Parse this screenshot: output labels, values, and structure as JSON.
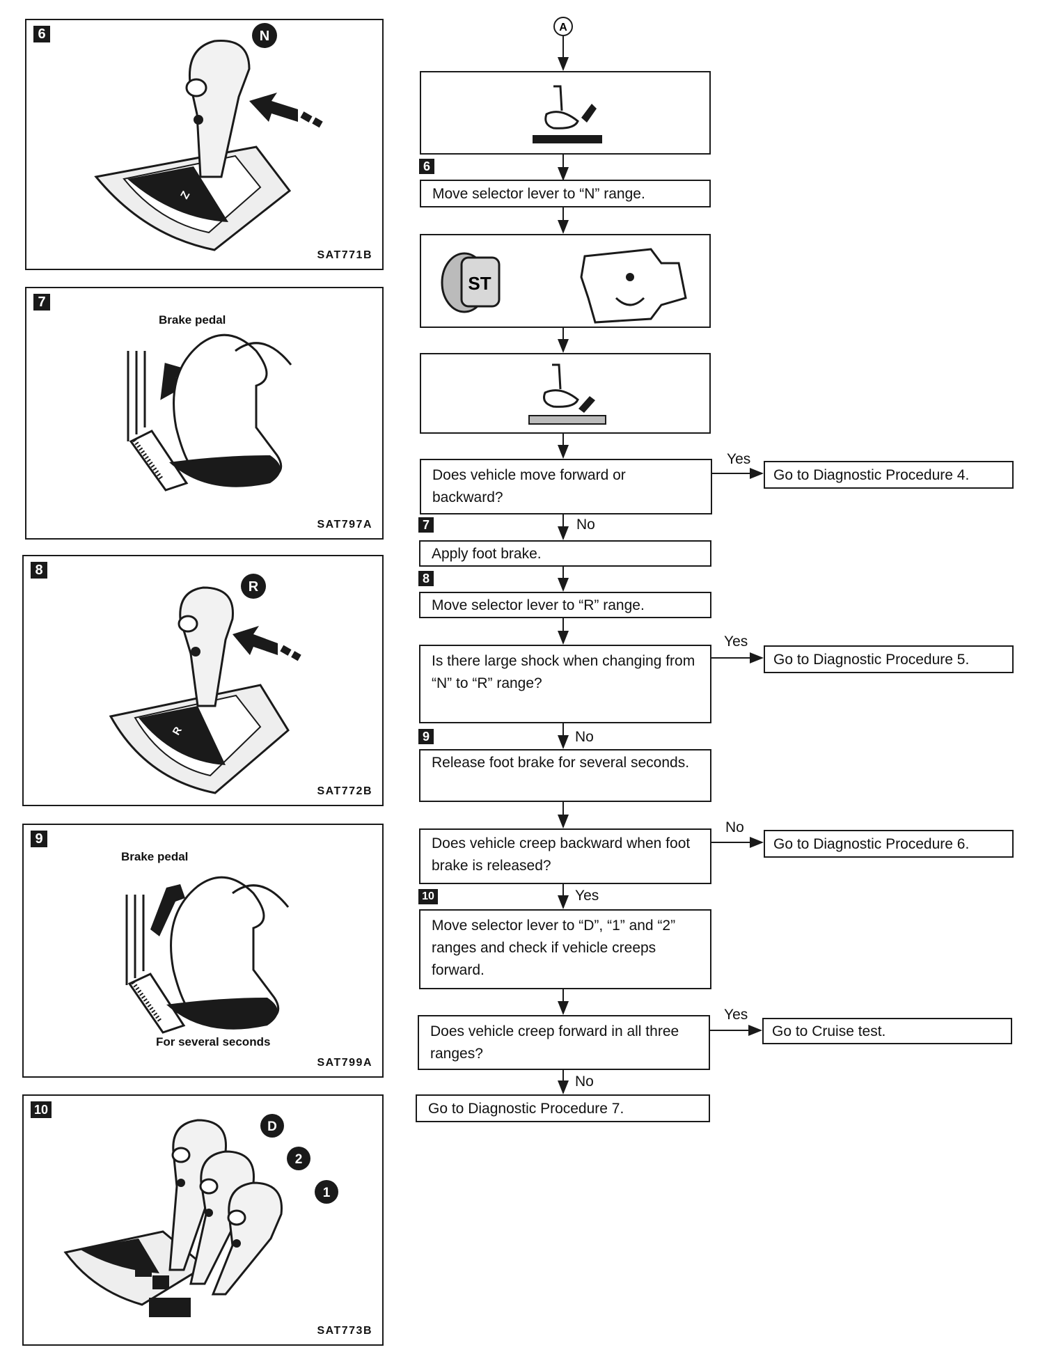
{
  "panels": [
    {
      "step": "6",
      "code": "SAT771B",
      "badge_letter": "N",
      "caption": ""
    },
    {
      "step": "7",
      "code": "SAT797A",
      "caption": "Brake pedal"
    },
    {
      "step": "8",
      "code": "SAT772B",
      "badge_letter": "R",
      "caption": ""
    },
    {
      "step": "9",
      "code": "SAT799A",
      "caption": "Brake pedal",
      "caption2": "For several seconds"
    },
    {
      "step": "10",
      "code": "SAT773B",
      "badges": [
        "D",
        "2",
        "1"
      ]
    }
  ],
  "flow": {
    "connector_start": "A",
    "steps": {
      "s6": "6",
      "s7": "7",
      "s8": "8",
      "s9": "9",
      "s10": "10"
    },
    "boxes": {
      "move_n": "Move selector lever to “N” range.",
      "q_move": "Does vehicle move forward or backward?",
      "apply_brake": "Apply foot brake.",
      "move_r": "Move selector lever to “R” range.",
      "q_shock": "Is there large shock when changing from “N” to “R” range?",
      "release_brake": "Release foot brake for several seconds.",
      "q_creep_back": "Does vehicle creep backward when foot brake is released?",
      "move_d12": "Move selector lever to “D”, “1” and “2” ranges and check if vehicle creeps forward.",
      "q_creep_fwd": "Does vehicle creep forward in all three ranges?",
      "go_dp7": "Go to Diagnostic Procedure 7."
    },
    "outcomes": {
      "dp4": "Go to Diagnostic Procedure 4.",
      "dp5": "Go to Diagnostic Procedure 5.",
      "dp6": "Go to Diagnostic Procedure 6.",
      "cruise": "Go to Cruise test."
    },
    "labels": {
      "yes1": "Yes",
      "no1": "No",
      "yes2": "Yes",
      "no2": "No",
      "no3": "No",
      "yes3": "Yes",
      "yes4": "Yes",
      "no4": "No"
    },
    "pic_key_label": "ST"
  }
}
